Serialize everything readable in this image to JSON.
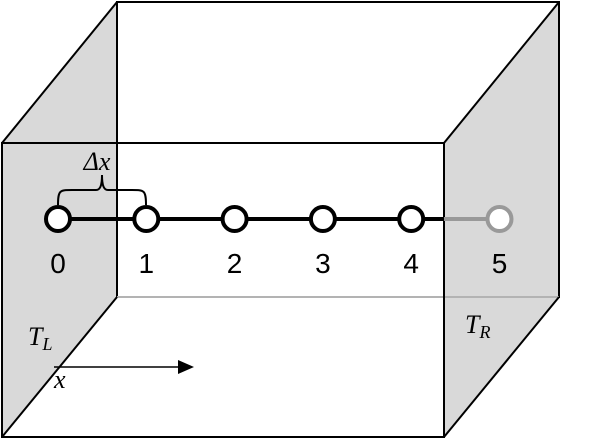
{
  "diagram": {
    "nodes": [
      {
        "label": "0",
        "faded": false
      },
      {
        "label": "1",
        "faded": false
      },
      {
        "label": "2",
        "faded": false
      },
      {
        "label": "3",
        "faded": false
      },
      {
        "label": "4",
        "faded": false
      },
      {
        "label": "5",
        "faded": true
      }
    ],
    "spacing_label": "Δx",
    "left_temp": {
      "symbol": "T",
      "sub": "L"
    },
    "right_temp": {
      "symbol": "T",
      "sub": "R"
    },
    "axis_label": "x"
  },
  "colors": {
    "wall_shade": "#d9d9d9",
    "outline": "#000000",
    "faded": "#999999",
    "inner_edge": "#b3b3b3"
  }
}
